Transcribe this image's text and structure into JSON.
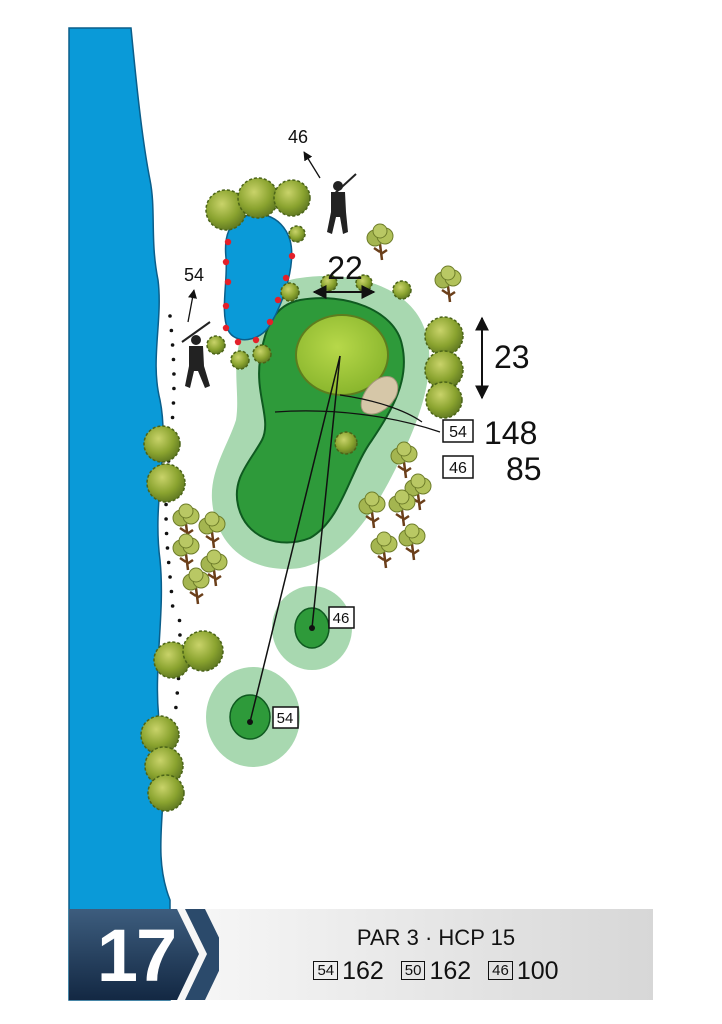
{
  "hole": {
    "number": "17",
    "par_hcp": "PAR 3 · HCP 15",
    "tees": [
      {
        "tee": "54",
        "length": "162"
      },
      {
        "tee": "50",
        "length": "162"
      },
      {
        "tee": "46",
        "length": "100"
      }
    ]
  },
  "green": {
    "width": "22",
    "depth": "23"
  },
  "distance_labels": [
    {
      "tee": "54",
      "distance": "148"
    },
    {
      "tee": "46",
      "distance": "85"
    }
  ],
  "tee_boxes": [
    {
      "tee": "46"
    },
    {
      "tee": "54"
    }
  ],
  "drop_zones": [
    {
      "tee": "46"
    },
    {
      "tee": "54"
    }
  ],
  "colors": {
    "water": "#0a9ad8",
    "green": "#9bc53d",
    "fairway": "#2e9a3a",
    "rough": "#a8d8b0",
    "bunker": "#d6c7a8",
    "hazard_stakes": "#e3202a",
    "footer_badge": "#1d3a5c"
  }
}
